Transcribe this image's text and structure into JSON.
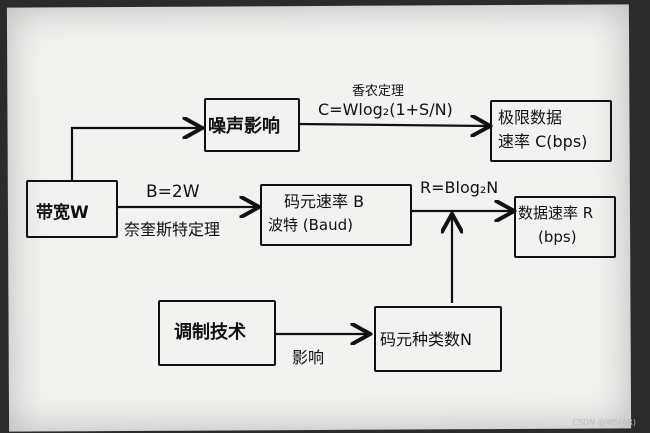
{
  "nodes": {
    "bandwidth": "带宽W",
    "noise": "噪声影响",
    "limit_rate_line1": "极限数据",
    "limit_rate_line2": "速率 C(bps)",
    "symbol_rate_line1": "码元速率 B",
    "symbol_rate_line2": "波特 (Baud)",
    "data_rate_line1": "数据速率 R",
    "data_rate_line2": "(bps)",
    "modulation": "调制技术",
    "symbol_types": "码元种类数N"
  },
  "edges": {
    "shannon_name": "香农定理",
    "shannon_formula": "C=Wlog₂(1+S/N)",
    "nyquist_formula": "B=2W",
    "nyquist_name": "奈奎斯特定理",
    "rate_formula": "R=Blog₂N",
    "influence": "影响"
  },
  "watermark": "CSDN @WS(AR)",
  "colors": {
    "ink": "#111111",
    "paper": "#f2f2f0"
  }
}
